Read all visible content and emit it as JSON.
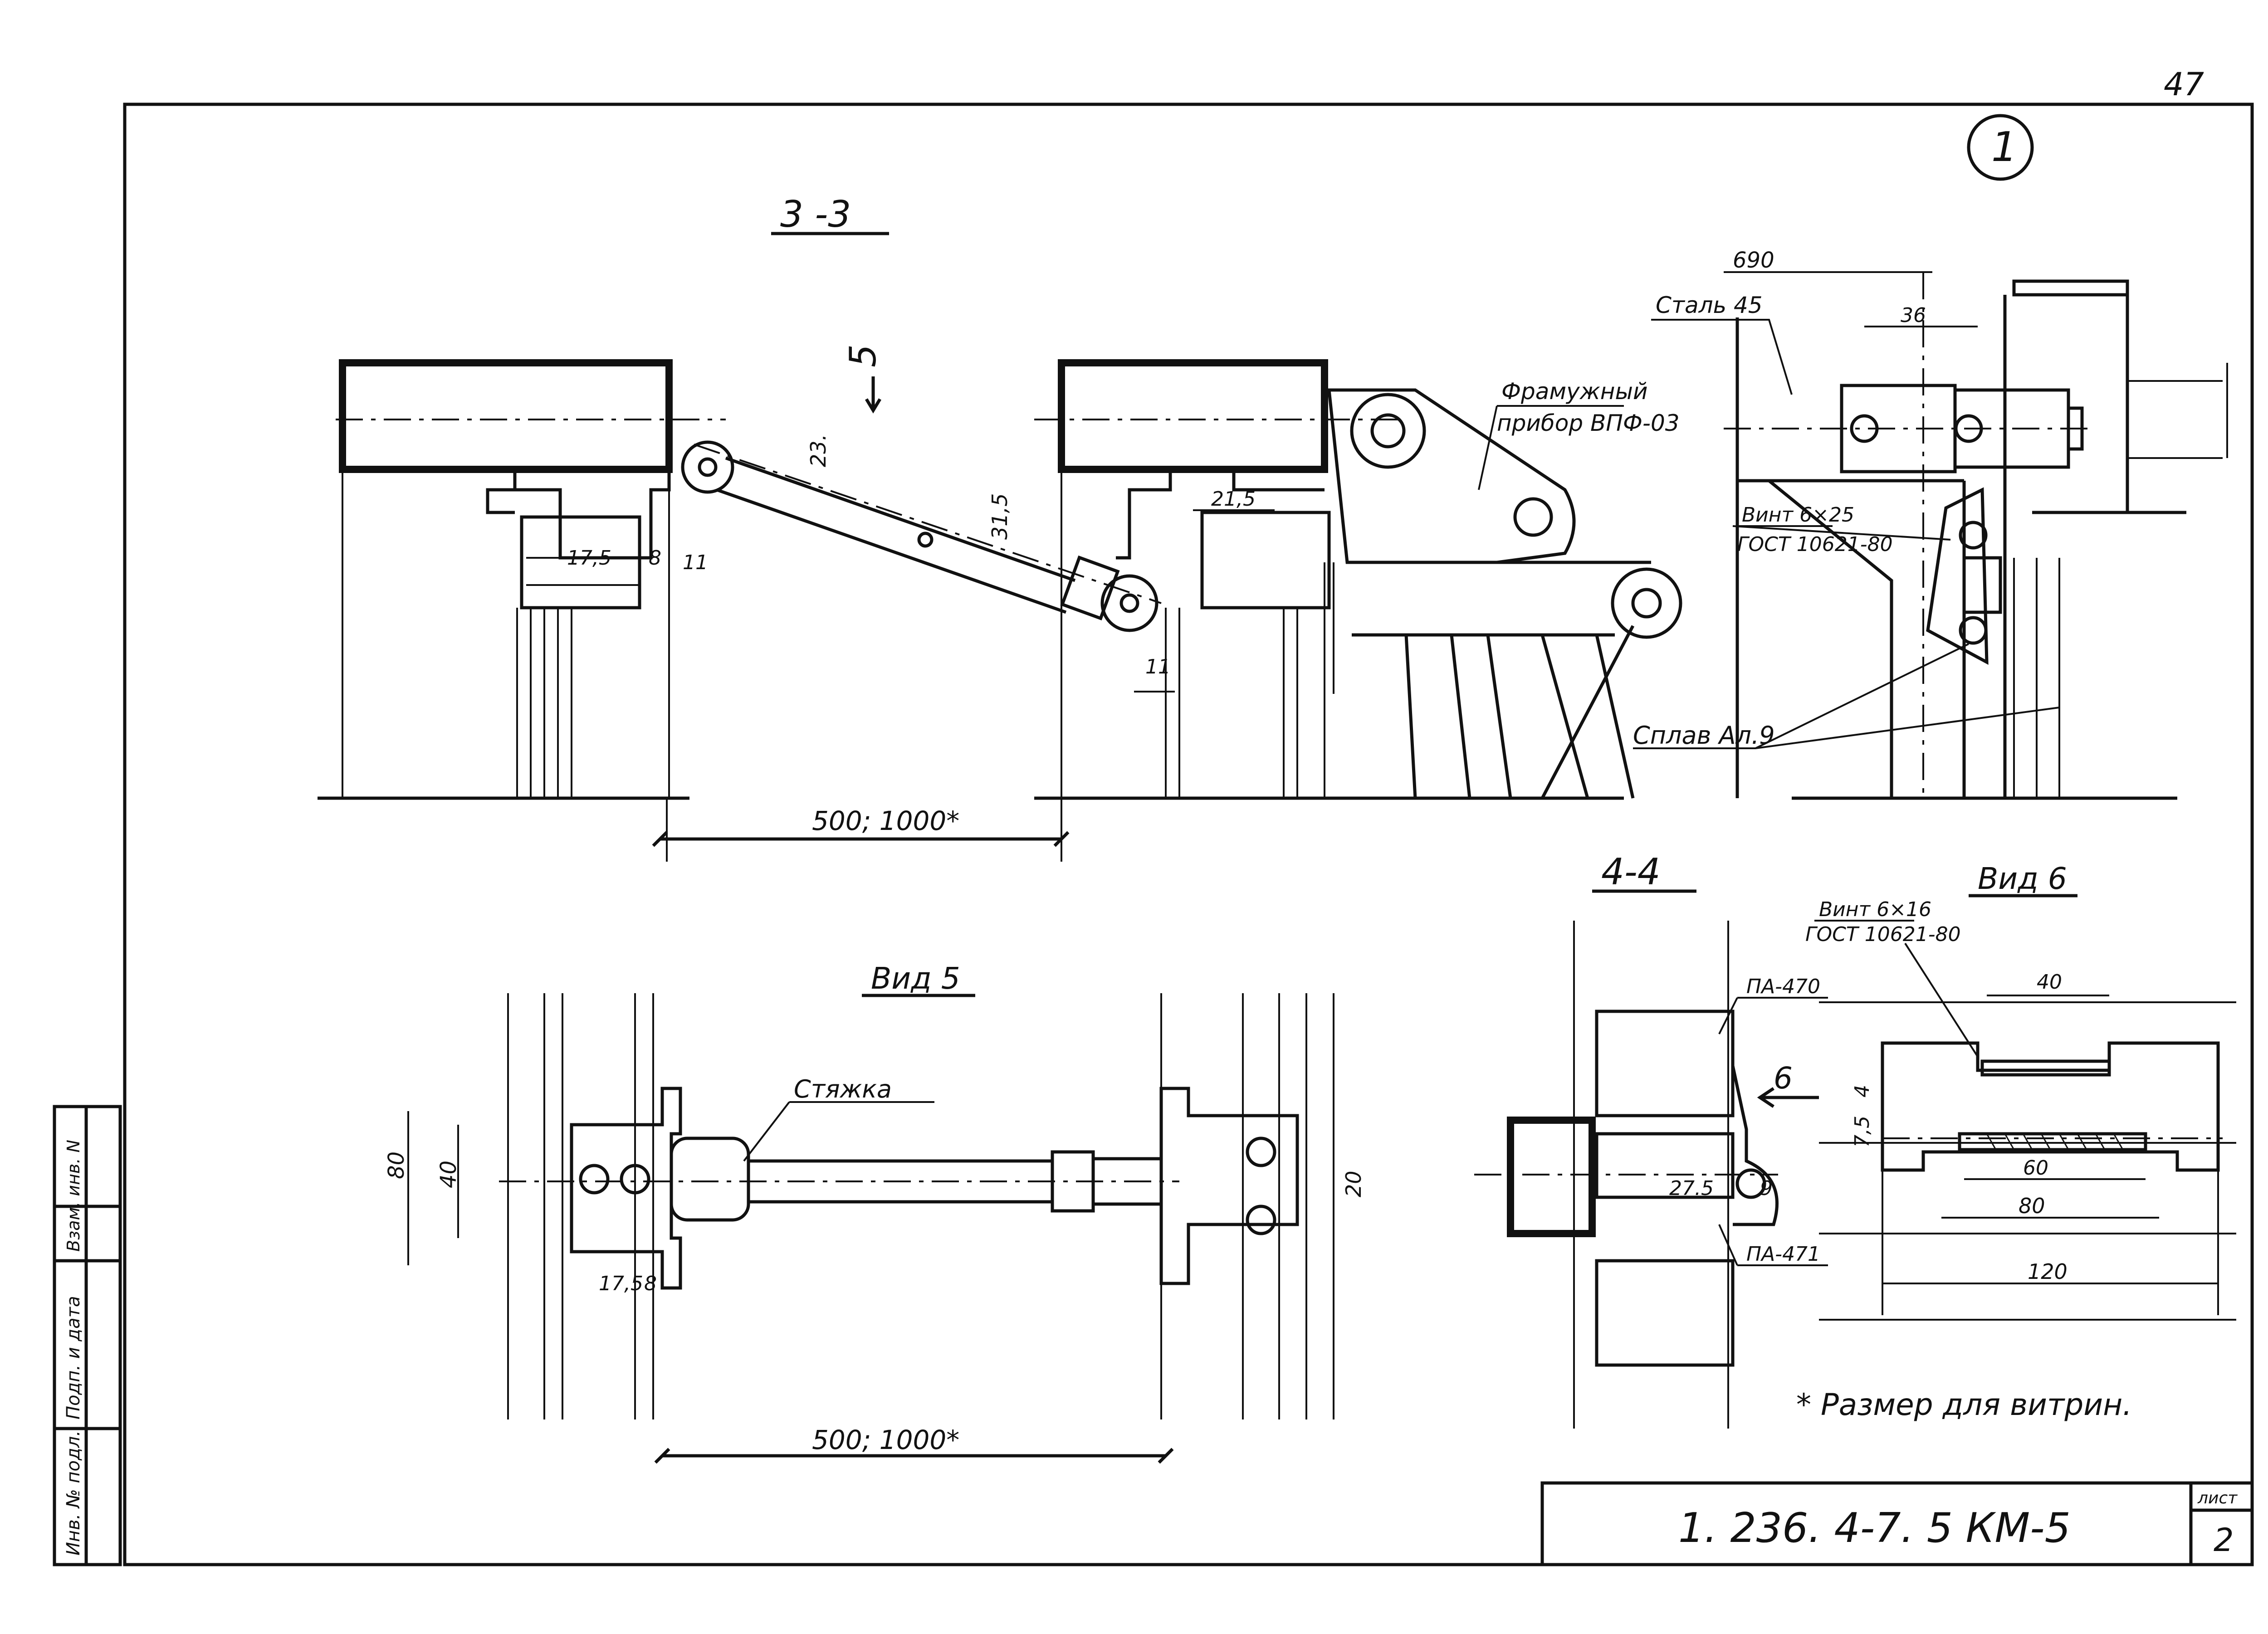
{
  "page_number": "47",
  "sheet_marker": "1",
  "sections": {
    "s33": {
      "title": "3 -3",
      "arrow_label": "5",
      "dim_main": "500; 1000*",
      "d23": "23.",
      "d31_5": "31,5",
      "d17_5": "17,5",
      "d8": "8",
      "d11a": "11",
      "d11b": "11",
      "d21_5": "21,5",
      "device_label_1": "Фрамужный",
      "device_label_2": "прибор ВПФ-03"
    },
    "detail1": {
      "d690": "690",
      "d36": "36",
      "steel": "Сталь 45",
      "screw1": "Винт 6×25",
      "screw1_std": "ГОСТ 10621-80",
      "alloy": "Сплав Ал.9"
    },
    "view5": {
      "title": "Вид 5",
      "tie": "Стяжка",
      "d80": "80",
      "d40": "40",
      "d20": "20",
      "d17_5": "17,5",
      "d8": "8",
      "dim_main": "500; 1000*"
    },
    "s44": {
      "title": "4-4",
      "pa470": "ПА-470",
      "pa471": "ПА-471",
      "arrow": "6",
      "d27_5": "27.5",
      "d9": "9"
    },
    "view6": {
      "title": "Вид 6",
      "screw": "Винт 6×16",
      "screw_std": "ГОСТ 10621-80",
      "d40": "40",
      "d4": "4",
      "d7_5": "7,5",
      "d60": "60",
      "d80": "80",
      "d120": "120"
    },
    "note": "* Размер для витрин.",
    "title_block": {
      "code": "1. 236. 4-7. 5 КМ-5",
      "sheet_label": "лист",
      "sheet_no": "2"
    },
    "side_stamp": {
      "inv_orig": "Инв. № подл.",
      "sign_date": "Подп. и дата",
      "replace_inv": "Взам. инв. N"
    }
  }
}
